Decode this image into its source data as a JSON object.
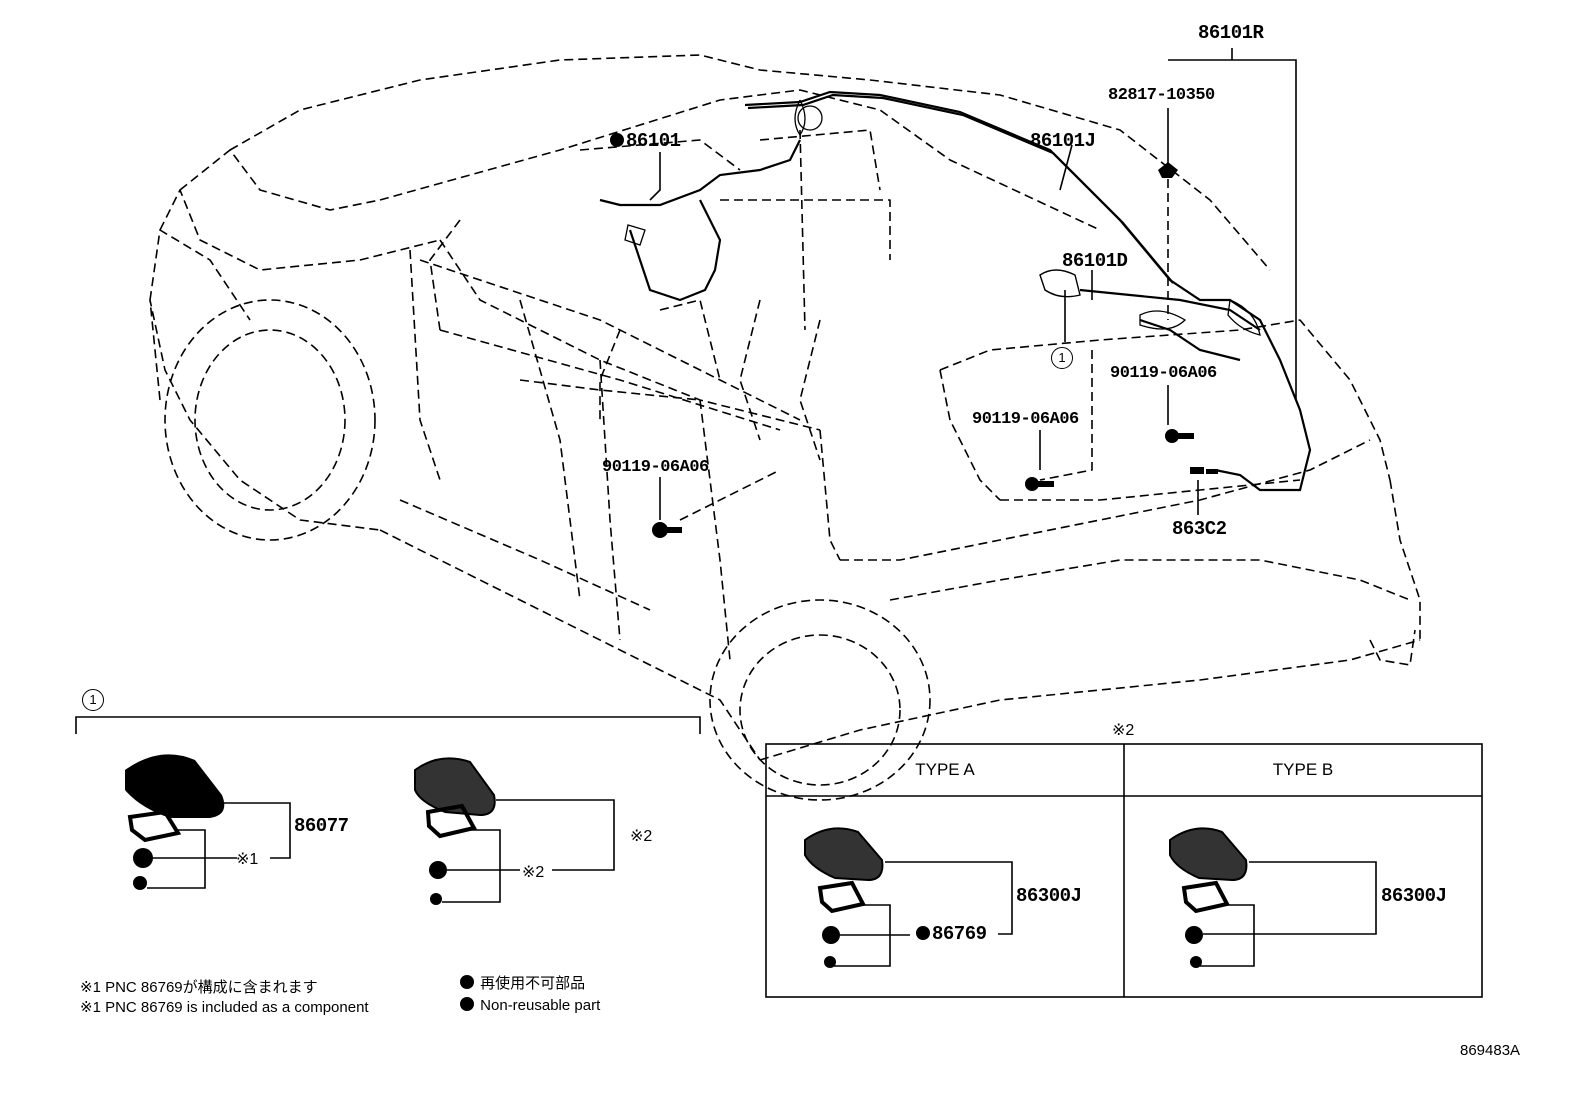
{
  "labels": {
    "p86101R": "86101R",
    "p82817": "82817-10350",
    "p86101": "86101",
    "p86101J": "86101J",
    "p86101D": "86101D",
    "p90119_a": "90119-06A06",
    "p90119_b": "90119-06A06",
    "p90119_c": "90119-06A06",
    "p863C2": "863C2",
    "callout_1": "1"
  },
  "inset": {
    "circle": "1",
    "p86077": "86077",
    "ref_1": "※1",
    "ref_2a": "※2",
    "ref_2b": "※2"
  },
  "types": {
    "header_ref": "※2",
    "type_a": "TYPE A",
    "type_b": "TYPE B",
    "a_part": "86300J",
    "a_sub": "86769",
    "b_part": "86300J"
  },
  "notes": {
    "jp": "※1 PNC 86769が構成に含まれます",
    "en": "※1 PNC 86769 is included as a component",
    "legend_jp": "再使用不可部品",
    "legend_en": "Non-reusable part"
  },
  "figure_id": "869483A"
}
